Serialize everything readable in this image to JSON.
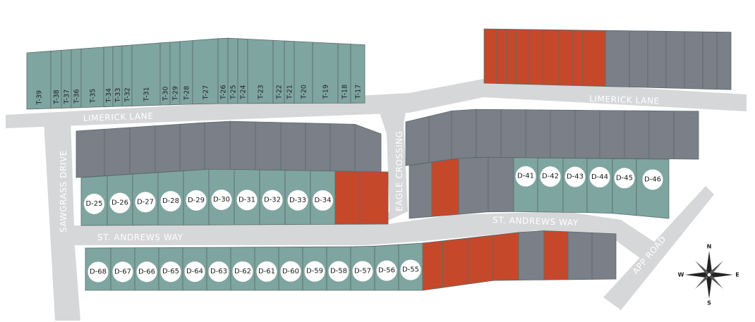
{
  "colors": {
    "available": "#7fa5a0",
    "sold": "#c6482b",
    "gray": "#7a7f88",
    "road": "#d6d7d8",
    "lot_border": "#5a6b6b"
  },
  "roads": {
    "limerick_lane_west": "LIMERICK LANE",
    "limerick_lane_east": "LIMERICK LANE",
    "sawgrass_drive": "SAWGRASS DRIVE",
    "st_andrews_way_west": "ST. ANDREWS WAY",
    "st_andrews_way_east": "ST. ANDREWS WAY",
    "eagle_crossing": "EAGLE CROSSING",
    "app_road": "APP ROAD"
  },
  "compass": {
    "n": "N",
    "s": "S",
    "e": "E",
    "w": "W"
  },
  "townhome_lots": [
    {
      "label": "T-39",
      "status": "available"
    },
    {
      "label": "T-38",
      "status": "available"
    },
    {
      "label": "T-37",
      "status": "available"
    },
    {
      "label": "T-36",
      "status": "available"
    },
    {
      "label": "T-35",
      "status": "available"
    },
    {
      "label": "T-34",
      "status": "available"
    },
    {
      "label": "T-33",
      "status": "available"
    },
    {
      "label": "T-32",
      "status": "available"
    },
    {
      "label": "T-31",
      "status": "available"
    },
    {
      "label": "T-30",
      "status": "available"
    },
    {
      "label": "T-29",
      "status": "available"
    },
    {
      "label": "T-28",
      "status": "available"
    },
    {
      "label": "T-27",
      "status": "available"
    },
    {
      "label": "T-26",
      "status": "available"
    },
    {
      "label": "T-25",
      "status": "available"
    },
    {
      "label": "T-24",
      "status": "available"
    },
    {
      "label": "T-23",
      "status": "available"
    },
    {
      "label": "T-22",
      "status": "available"
    },
    {
      "label": "T-21",
      "status": "available"
    },
    {
      "label": "T-20",
      "status": "available"
    },
    {
      "label": "T-19",
      "status": "available"
    },
    {
      "label": "T-18",
      "status": "available"
    },
    {
      "label": "T-17",
      "status": "available"
    }
  ],
  "ne_lots": [
    "sold",
    "sold",
    "sold",
    "sold",
    "sold",
    "sold",
    "sold",
    "sold",
    "sold",
    "gray",
    "gray",
    "gray",
    "gray",
    "gray",
    "gray",
    "gray"
  ],
  "north_block_top_lots": [
    "gray",
    "gray",
    "gray",
    "gray",
    "gray",
    "gray",
    "gray",
    "gray",
    "gray",
    "gray",
    "gray",
    "gray"
  ],
  "north_block_bottom_lots": [
    {
      "label": "D-25",
      "status": "available"
    },
    {
      "label": "D-26",
      "status": "available"
    },
    {
      "label": "D-27",
      "status": "available"
    },
    {
      "label": "D-28",
      "status": "available"
    },
    {
      "label": "D-29",
      "status": "available"
    },
    {
      "label": "D-30",
      "status": "available"
    },
    {
      "label": "D-31",
      "status": "available"
    },
    {
      "label": "D-32",
      "status": "available"
    },
    {
      "label": "D-33",
      "status": "available"
    },
    {
      "label": "D-34",
      "status": "available"
    },
    {
      "label": "",
      "status": "sold"
    },
    {
      "label": "",
      "status": "sold"
    }
  ],
  "east_block_top_lots": [
    "gray",
    "gray",
    "gray",
    "gray",
    "gray",
    "gray",
    "gray",
    "gray",
    "gray",
    "gray",
    "gray",
    "gray"
  ],
  "east_block_middle_lots": [
    {
      "label": "",
      "status": "gray"
    },
    {
      "label": "",
      "status": "sold"
    },
    {
      "label": "",
      "status": "gray"
    },
    {
      "label": "",
      "status": "gray"
    },
    {
      "label": "D-41",
      "status": "available"
    },
    {
      "label": "D-42",
      "status": "available"
    },
    {
      "label": "D-43",
      "status": "available"
    },
    {
      "label": "D-44",
      "status": "available"
    },
    {
      "label": "D-45",
      "status": "available"
    },
    {
      "label": "D-46",
      "status": "available"
    }
  ],
  "south_block_lots": [
    {
      "label": "D-68",
      "status": "available"
    },
    {
      "label": "D-67",
      "status": "available"
    },
    {
      "label": "D-66",
      "status": "available"
    },
    {
      "label": "D-65",
      "status": "available"
    },
    {
      "label": "D-64",
      "status": "available"
    },
    {
      "label": "D-63",
      "status": "available"
    },
    {
      "label": "D-62",
      "status": "available"
    },
    {
      "label": "D-61",
      "status": "available"
    },
    {
      "label": "D-60",
      "status": "available"
    },
    {
      "label": "D-59",
      "status": "available"
    },
    {
      "label": "D-58",
      "status": "available"
    },
    {
      "label": "D-57",
      "status": "available"
    },
    {
      "label": "D-56",
      "status": "available"
    },
    {
      "label": "D-55",
      "status": "available"
    },
    {
      "label": "",
      "status": "sold"
    },
    {
      "label": "",
      "status": "sold"
    },
    {
      "label": "",
      "status": "sold"
    },
    {
      "label": "",
      "status": "sold"
    },
    {
      "label": "",
      "status": "gray"
    },
    {
      "label": "",
      "status": "sold"
    },
    {
      "label": "",
      "status": "gray"
    },
    {
      "label": "",
      "status": "gray"
    }
  ]
}
